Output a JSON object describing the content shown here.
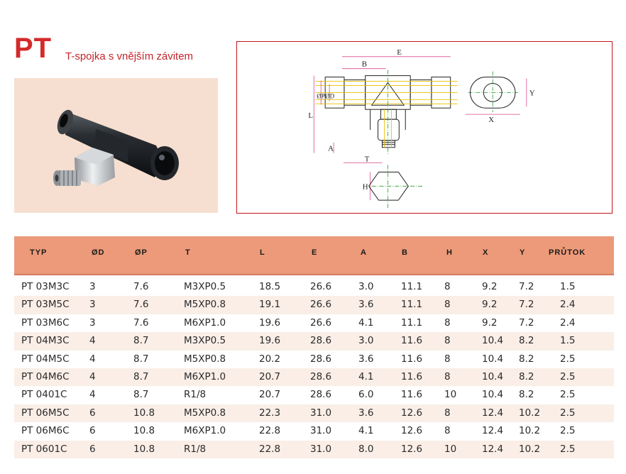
{
  "header": {
    "code": "PT",
    "subtitle": "T-spojka s vnějším závitem"
  },
  "drawing": {
    "labels": {
      "E": "E",
      "B": "B",
      "P": "ØP",
      "D": "ØD",
      "L": "L",
      "A": "A",
      "T": "T",
      "H": "H",
      "X": "X",
      "Y": "Y"
    }
  },
  "table": {
    "columns": [
      "TYP",
      "ØD",
      "ØP",
      "T",
      "L",
      "E",
      "A",
      "B",
      "H",
      "X",
      "Y",
      "PRŮTOK"
    ],
    "rows": [
      [
        "PT 03M3C",
        "3",
        "7.6",
        "M3XP0.5",
        "18.5",
        "26.6",
        "3.0",
        "11.1",
        "8",
        "9.2",
        "7.2",
        "1.5"
      ],
      [
        "PT 03M5C",
        "3",
        "7.6",
        "M5XP0.8",
        "19.1",
        "26.6",
        "3.6",
        "11.1",
        "8",
        "9.2",
        "7.2",
        "2.4"
      ],
      [
        "PT 03M6C",
        "3",
        "7.6",
        "M6XP1.0",
        "19.6",
        "26.6",
        "4.1",
        "11.1",
        "8",
        "9.2",
        "7.2",
        "2.4"
      ],
      [
        "PT 04M3C",
        "4",
        "8.7",
        "M3XP0.5",
        "19.6",
        "28.6",
        "3.0",
        "11.6",
        "8",
        "10.4",
        "8.2",
        "1.5"
      ],
      [
        "PT 04M5C",
        "4",
        "8.7",
        "M5XP0.8",
        "20.2",
        "28.6",
        "3.6",
        "11.6",
        "8",
        "10.4",
        "8.2",
        "2.5"
      ],
      [
        "PT 04M6C",
        "4",
        "8.7",
        "M6XP1.0",
        "20.7",
        "28.6",
        "4.1",
        "11.6",
        "8",
        "10.4",
        "8.2",
        "2.5"
      ],
      [
        "PT 0401C",
        "4",
        "8.7",
        "R1/8",
        "20.7",
        "28.6",
        "6.0",
        "11.6",
        "10",
        "10.4",
        "8.2",
        "2.5"
      ],
      [
        "PT 06M5C",
        "6",
        "10.8",
        "M5XP0.8",
        "22.3",
        "31.0",
        "3.6",
        "12.6",
        "8",
        "12.4",
        "10.2",
        "2.5"
      ],
      [
        "PT 06M6C",
        "6",
        "10.8",
        "M6XP1.0",
        "22.8",
        "31.0",
        "4.1",
        "12.6",
        "8",
        "12.4",
        "10.2",
        "2.5"
      ],
      [
        "PT 0601C",
        "6",
        "10.8",
        "R1/8",
        "22.8",
        "31.0",
        "8.0",
        "12.6",
        "10",
        "12.4",
        "10.2",
        "2.5"
      ]
    ]
  }
}
